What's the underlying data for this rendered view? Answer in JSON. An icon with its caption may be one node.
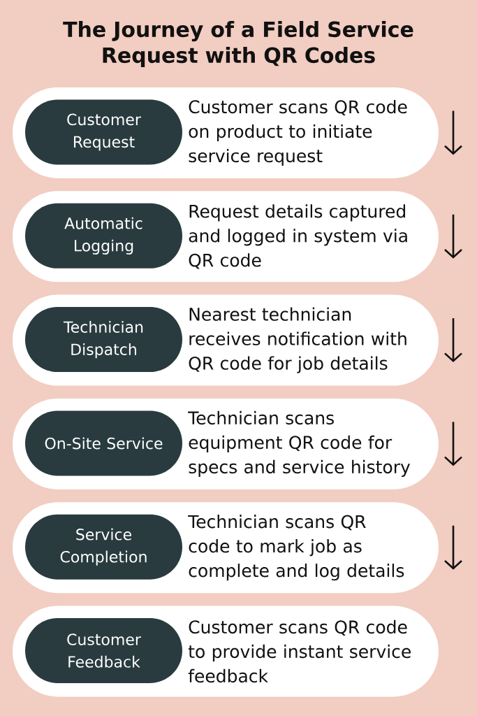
{
  "diagram": {
    "title": "The Journey of a Field Service Request with QR Codes",
    "nodes": [
      {
        "text": [
          "Customer scans QR code on product to initiate service request"
        ]
      },
      {
        "text": [
          "Customer Request"
        ],
        "in": 0
      },
      {
        "text": [
          "Request details captured and logged in system via QR code"
        ]
      },
      {
        "text": [
          "Automatic Logging"
        ],
        "in": 2
      },
      {
        "text": [
          "Nearest technician receives notification with QR code for job details"
        ]
      },
      {
        "text": [
          "Technician Dispatch"
        ],
        "in": 4
      },
      {
        "text": [
          "Technician scans equipment QR code for specs and service history"
        ]
      },
      {
        "text": [
          "On-Site Service"
        ],
        "in": 6
      },
      {
        "text": [
          "Technician scans QR code to mark job as complete and log details"
        ]
      },
      {
        "text": [
          "Service Completion"
        ],
        "in": 8
      },
      {
        "text": [
          "Customer scans QR code to provide instant service feedback"
        ]
      },
      {
        "text": [
          "Customer Feedback"
        ],
        "in": 10
      }
    ]
  }
}
